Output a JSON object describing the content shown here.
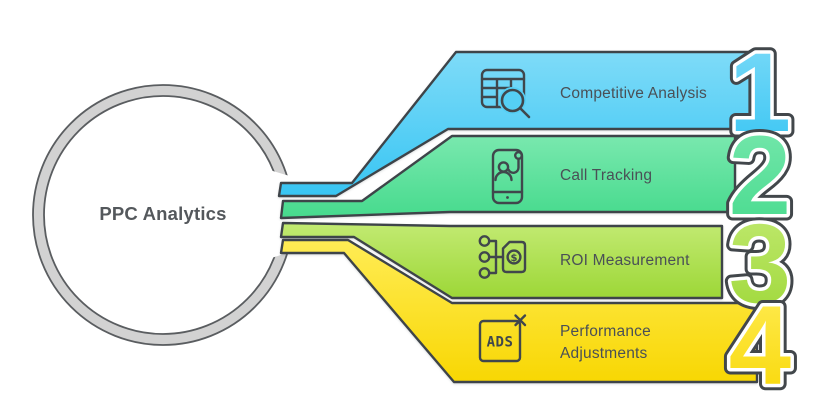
{
  "title": "PPC Analytics",
  "items": [
    {
      "number": "1",
      "label": "Competitive Analysis",
      "icon": "table-search-icon",
      "accent_top": "#7edbf8",
      "accent_bottom": "#38c5f3"
    },
    {
      "number": "2",
      "label": "Call Tracking",
      "icon": "phone-contact-icon",
      "accent_top": "#79e8ae",
      "accent_bottom": "#46da8d"
    },
    {
      "number": "3",
      "label": "ROI Measurement",
      "icon": "network-dollar-tag-icon",
      "accent_top": "#c2ea72",
      "accent_bottom": "#9dd737"
    },
    {
      "number": "4",
      "label": "Performance Adjustments",
      "label_lines": [
        "Performance",
        "Adjustments"
      ],
      "icon": "ads-dismiss-icon",
      "icon_text": "ADS",
      "accent_top": "#ffec55",
      "accent_bottom": "#f8d703"
    }
  ],
  "hub": {
    "ring_color": "#d2d2d2",
    "ring_edge_color": "#5a5d60"
  },
  "outline_color": "#3e4449",
  "label_color": "#4a5056",
  "dollar_glyph": "$"
}
